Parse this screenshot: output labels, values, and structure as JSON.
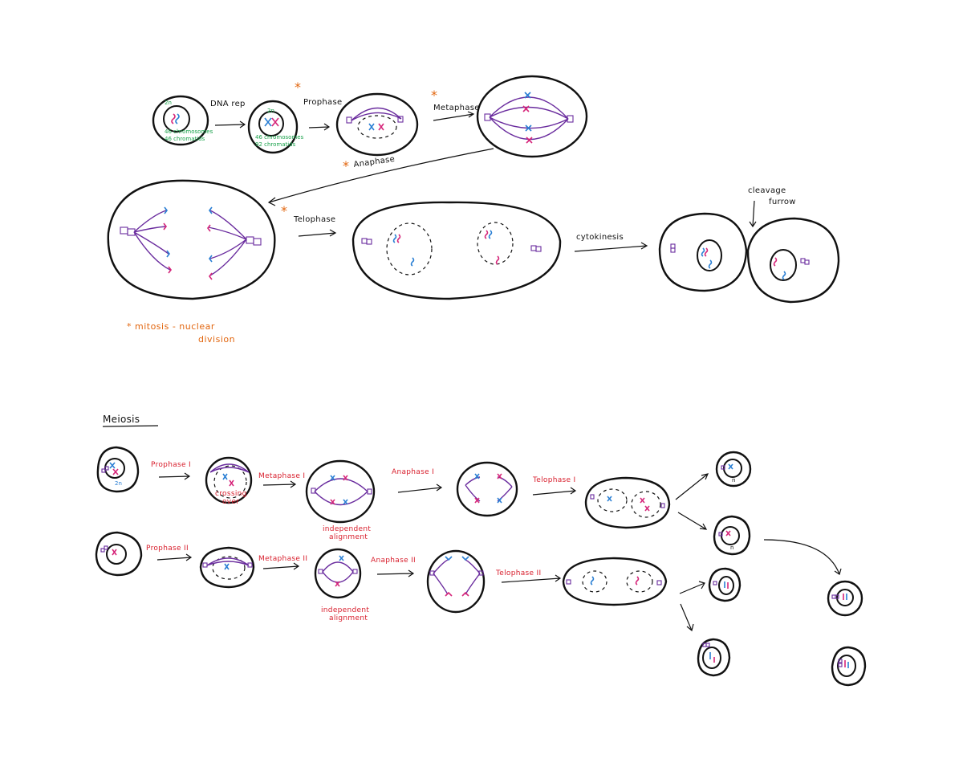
{
  "mitosis": {
    "labels": {
      "dna_rep": "DNA rep",
      "prophase": "Prophase",
      "metaphase": "Metaphase",
      "anaphase": "Anaphase",
      "telophase": "Telophase",
      "cytokinesis": "cytokinesis",
      "cleavage_furrow_1": "cleavage",
      "cleavage_furrow_2": "furrow",
      "star": "*"
    },
    "cell1": {
      "ploidy": "2n",
      "note1": "46 chromosomes",
      "note2": "46 chromatids"
    },
    "cell2": {
      "ploidy": "2n",
      "note1": "46 chromosomes",
      "note2": "92 chromatids"
    },
    "footnote_line1": "* mitosis - nuclear",
    "footnote_line2": "division"
  },
  "meiosis": {
    "title": "Meiosis",
    "labels": {
      "prophase_1": "Prophase I",
      "metaphase_1": "Metaphase I",
      "anaphase_1": "Anaphase I",
      "telophase_1": "Telophase I",
      "prophase_2": "Prophase II",
      "metaphase_2": "Metaphase II",
      "anaphase_2": "Anaphase II",
      "telophase_2": "Telophase II",
      "crossing_1": "crossing",
      "crossing_2": "over",
      "indep_1a": "independent",
      "indep_1b": "alignment",
      "indep_2a": "independent",
      "indep_2b": "alignment",
      "ploidy": "2n",
      "n_1": "n",
      "n_2": "n"
    }
  },
  "colors": {
    "label_red": "#d81e2c",
    "accent_orange": "#e2660f",
    "note_green": "#1aa14b",
    "spindle_purple": "#6a2c9e",
    "chromosome_blue": "#2a7fd4",
    "chromosome_pink": "#d6267a"
  }
}
